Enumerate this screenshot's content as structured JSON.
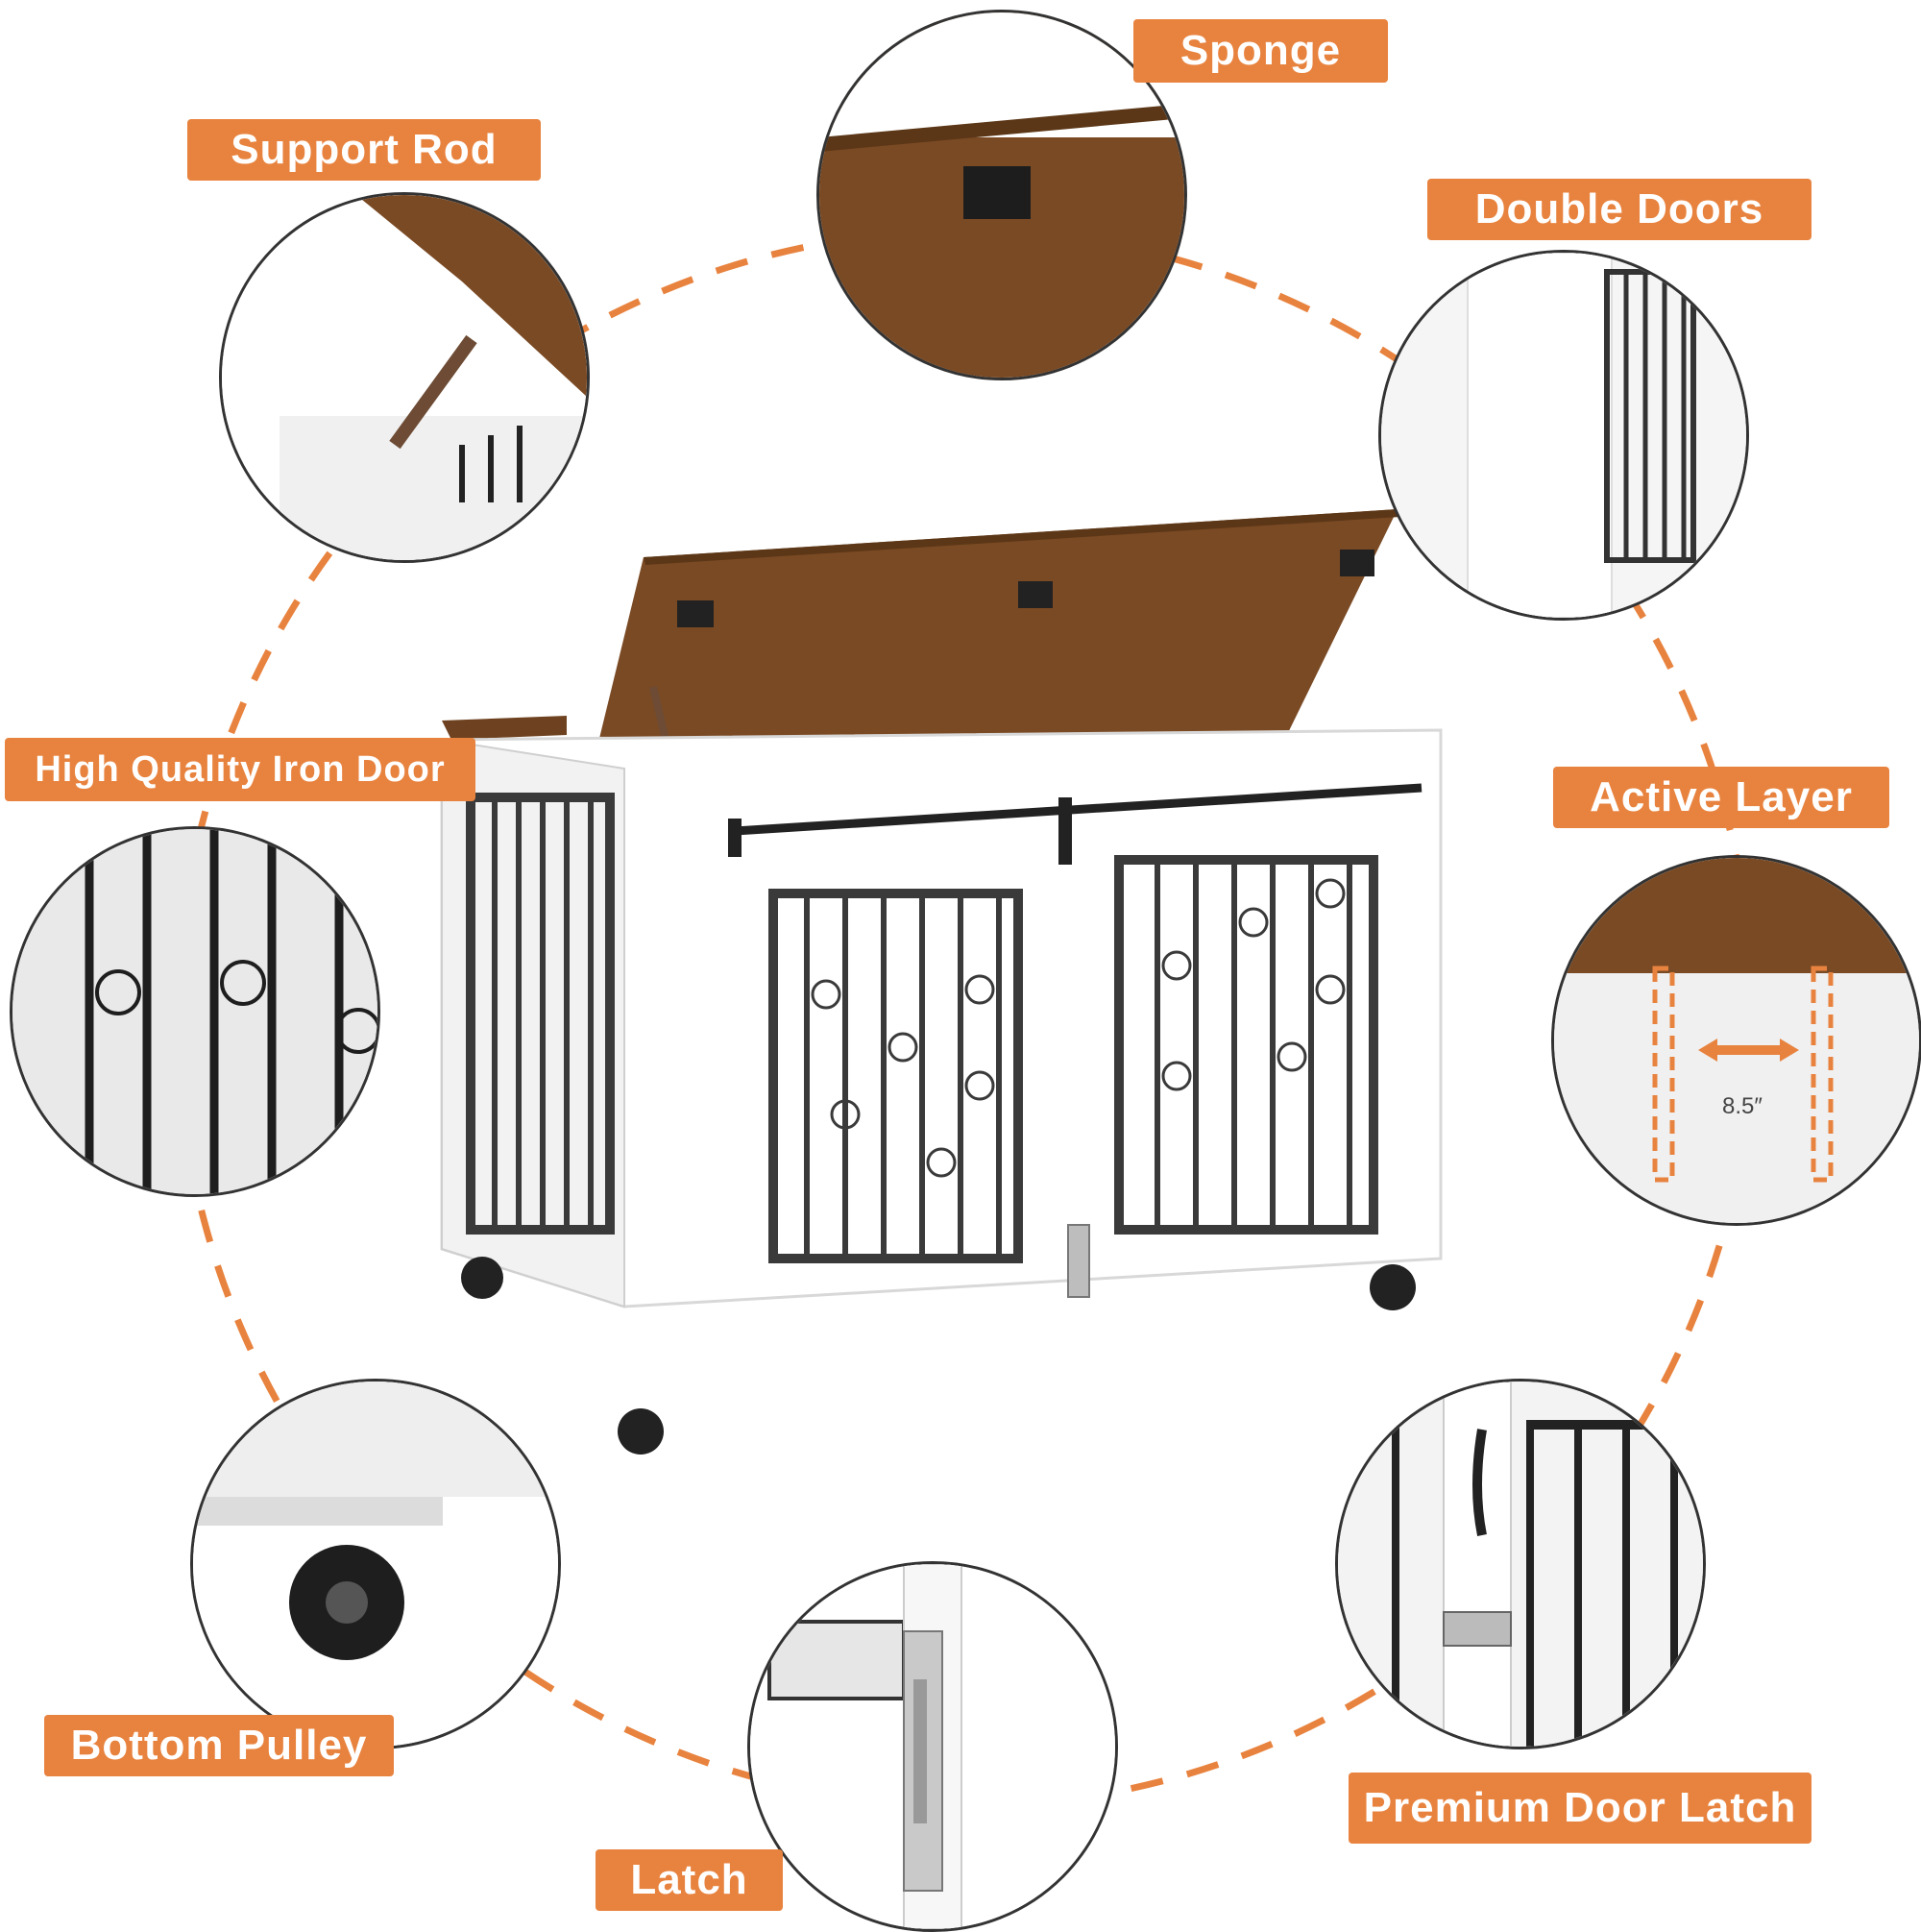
{
  "labels": {
    "sponge": "Sponge",
    "support_rod": "Support Rod",
    "double_doors": "Double Doors",
    "iron_door": "High Quality Iron Door",
    "active_layer": "Active Layer",
    "bottom_pulley": "Bottom Pulley",
    "latch": "Latch",
    "premium_latch": "Premium Door Latch"
  },
  "measurement": "8.5″",
  "colors": {
    "accent": "#e8833f",
    "wood": "#7a4a24",
    "frame": "#ffffff",
    "bars": "#3a3a3a"
  }
}
